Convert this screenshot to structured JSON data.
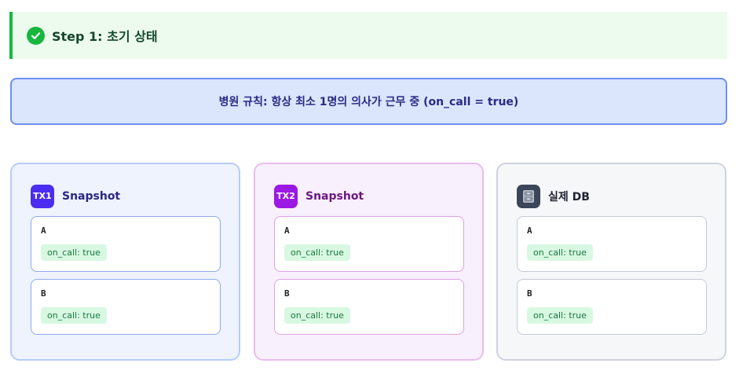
{
  "step": {
    "title": "Step 1: 초기 상태",
    "icon": "check-circle-icon",
    "accent": "#18b83f"
  },
  "rule": {
    "text": "병원 규칙: 항상 최소 1명의 의사가 근무 중 (on_call = true)"
  },
  "panels": [
    {
      "badge": "TX1",
      "title": "Snapshot",
      "records": [
        {
          "name": "A",
          "field": "on_call: true"
        },
        {
          "name": "B",
          "field": "on_call: true"
        }
      ]
    },
    {
      "badge": "TX2",
      "title": "Snapshot",
      "records": [
        {
          "name": "A",
          "field": "on_call: true"
        },
        {
          "name": "B",
          "field": "on_call: true"
        }
      ]
    },
    {
      "badge_icon": "database-cabinet-icon",
      "title": "실제 DB",
      "records": [
        {
          "name": "A",
          "field": "on_call: true"
        },
        {
          "name": "B",
          "field": "on_call: true"
        }
      ]
    }
  ]
}
